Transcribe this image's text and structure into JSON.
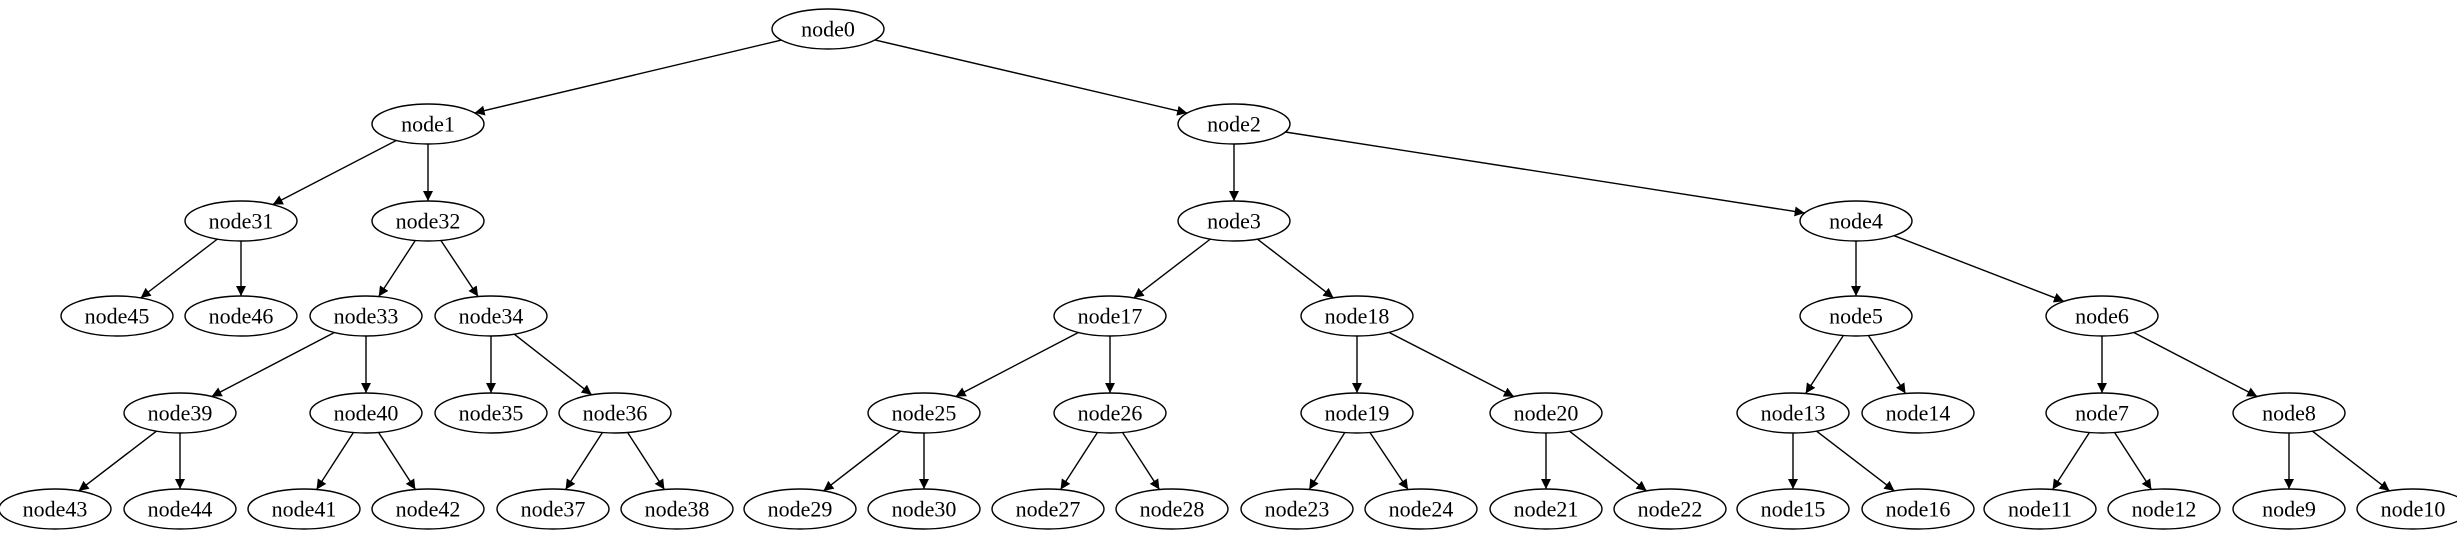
{
  "diagram": {
    "type": "directed-tree",
    "colors": {
      "stroke": "#000000",
      "fill": "#ffffff",
      "text": "#000000",
      "background": "#ffffff"
    },
    "nodes": [
      "node0",
      "node1",
      "node2",
      "node3",
      "node4",
      "node5",
      "node6",
      "node7",
      "node8",
      "node9",
      "node10",
      "node11",
      "node12",
      "node13",
      "node14",
      "node15",
      "node16",
      "node17",
      "node18",
      "node19",
      "node20",
      "node21",
      "node22",
      "node23",
      "node24",
      "node25",
      "node26",
      "node27",
      "node28",
      "node29",
      "node30",
      "node31",
      "node32",
      "node33",
      "node34",
      "node35",
      "node36",
      "node37",
      "node38",
      "node39",
      "node40",
      "node41",
      "node42",
      "node43",
      "node44",
      "node45",
      "node46"
    ],
    "edges": [
      [
        "node0",
        "node1"
      ],
      [
        "node0",
        "node2"
      ],
      [
        "node1",
        "node31"
      ],
      [
        "node1",
        "node32"
      ],
      [
        "node2",
        "node3"
      ],
      [
        "node2",
        "node4"
      ],
      [
        "node31",
        "node45"
      ],
      [
        "node31",
        "node46"
      ],
      [
        "node32",
        "node33"
      ],
      [
        "node32",
        "node34"
      ],
      [
        "node3",
        "node17"
      ],
      [
        "node3",
        "node18"
      ],
      [
        "node4",
        "node5"
      ],
      [
        "node4",
        "node6"
      ],
      [
        "node33",
        "node39"
      ],
      [
        "node33",
        "node40"
      ],
      [
        "node34",
        "node35"
      ],
      [
        "node34",
        "node36"
      ],
      [
        "node17",
        "node25"
      ],
      [
        "node17",
        "node26"
      ],
      [
        "node18",
        "node19"
      ],
      [
        "node18",
        "node20"
      ],
      [
        "node5",
        "node13"
      ],
      [
        "node5",
        "node14"
      ],
      [
        "node6",
        "node7"
      ],
      [
        "node6",
        "node8"
      ],
      [
        "node39",
        "node43"
      ],
      [
        "node39",
        "node44"
      ],
      [
        "node40",
        "node41"
      ],
      [
        "node40",
        "node42"
      ],
      [
        "node36",
        "node37"
      ],
      [
        "node36",
        "node38"
      ],
      [
        "node25",
        "node29"
      ],
      [
        "node25",
        "node30"
      ],
      [
        "node26",
        "node27"
      ],
      [
        "node26",
        "node28"
      ],
      [
        "node19",
        "node23"
      ],
      [
        "node19",
        "node24"
      ],
      [
        "node20",
        "node21"
      ],
      [
        "node20",
        "node22"
      ],
      [
        "node13",
        "node15"
      ],
      [
        "node13",
        "node16"
      ],
      [
        "node7",
        "node11"
      ],
      [
        "node7",
        "node12"
      ],
      [
        "node8",
        "node9"
      ],
      [
        "node8",
        "node10"
      ]
    ]
  }
}
